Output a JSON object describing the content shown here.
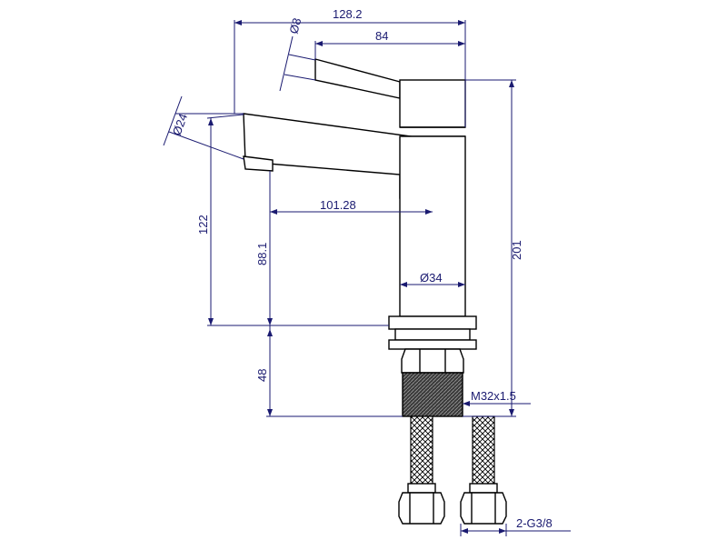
{
  "drawing": {
    "title": "",
    "colors": {
      "dimension": "#1a1a70",
      "part": "#000000",
      "thread": "#4a4a4a"
    }
  },
  "dimensions": {
    "overall_length": "128.2",
    "handle_dia": "Ø8",
    "handle_length": "84",
    "spout_dia": "Ø24",
    "spout_reach": "101.28",
    "spout_height": "122",
    "outlet_height": "88.1",
    "overall_height": "201",
    "body_dia": "Ø34",
    "shank_length": "48",
    "thread": "M32x1.5",
    "hose_connection": "2-G3/8"
  }
}
